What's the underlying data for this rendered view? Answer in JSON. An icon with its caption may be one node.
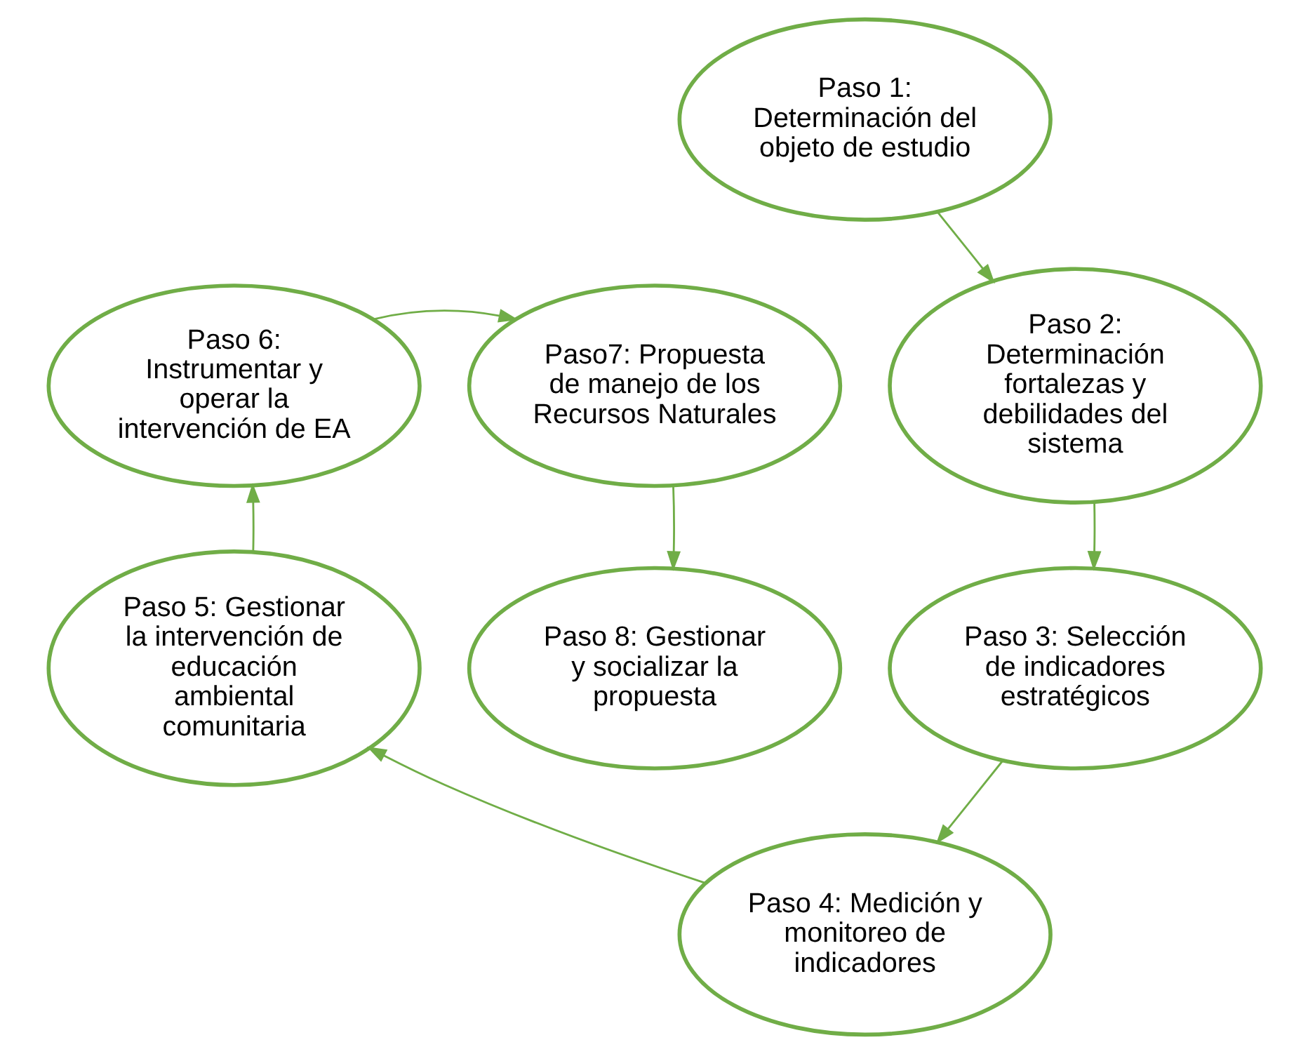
{
  "diagram": {
    "nodes": [
      {
        "text": [
          "Paso 1: Determinación del objeto de estudio"
        ]
      },
      {
        "text": [
          "Paso 6: Instrumentar y operar la intervención de EA"
        ]
      },
      {
        "text": [
          "Paso7: Propuesta de manejo de los Recursos Naturales"
        ]
      },
      {
        "text": [
          "Paso 2: Determinación fortalezas y debilidades del sistema"
        ]
      },
      {
        "text": [
          "Paso 5: Gestionar la intervención de educación ambiental comunitaria"
        ]
      },
      {
        "text": [
          "Paso 8: Gestionar y socializar la propuesta"
        ]
      },
      {
        "text": [
          "Paso 3: Selección de indicadores estratégicos"
        ]
      },
      {
        "text": [
          "Paso 4: Medición y monitoreo de indicadores"
        ]
      }
    ],
    "edges": [
      {
        "from": 0,
        "to": 3,
        "arrow": "to"
      },
      {
        "from": 3,
        "to": 6,
        "arrow": "to"
      },
      {
        "from": 6,
        "to": 7,
        "arrow": "to"
      },
      {
        "from": 7,
        "to": 4,
        "arrow": "to"
      },
      {
        "from": 4,
        "to": 1,
        "arrow": "to"
      },
      {
        "from": 1,
        "to": 2,
        "arrow": "to"
      },
      {
        "from": 2,
        "to": 5,
        "arrow": "to"
      }
    ]
  }
}
